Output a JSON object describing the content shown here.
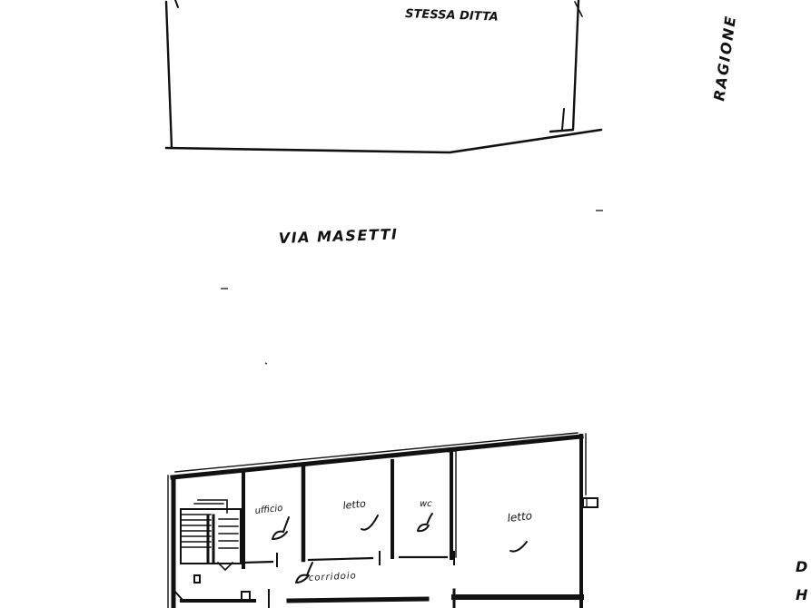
{
  "labels": {
    "building_top": "STESSA DITTA",
    "street": "VIA MASETTI",
    "side_street": "RAGIONE",
    "room_office": "ufficio",
    "room_bed_1": "letto",
    "room_wc": "wc",
    "room_bed_2": "letto",
    "corridor": "corridoio",
    "edge_fragment_1": "D",
    "edge_fragment_2": "H"
  }
}
